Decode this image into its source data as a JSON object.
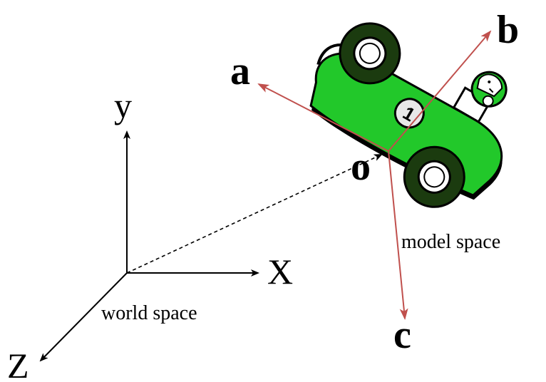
{
  "world_space": {
    "label": "world space",
    "axis_x_label": "X",
    "axis_y_label": "y",
    "axis_z_label": "Z",
    "axis_color": "#000000"
  },
  "model_space": {
    "label": "model space",
    "origin_label": "o",
    "axis_a_label": "a",
    "axis_b_label": "b",
    "axis_c_label": "c",
    "axis_color": "#c0504d"
  },
  "car": {
    "icon": "race-car-icon",
    "body_color": "#22c82a",
    "tire_color": "#1b3b0f",
    "number": "1"
  }
}
